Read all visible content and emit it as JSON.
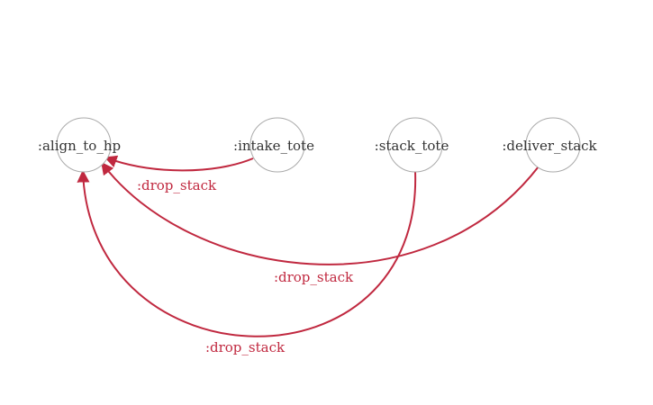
{
  "colors": {
    "edge": "#c0283f",
    "node_border": "#aaaaaa",
    "node_text": "#333333"
  },
  "nodes": [
    {
      "id": "align",
      "label": ":align_to_hp"
    },
    {
      "id": "intake",
      "label": ":intake_tote"
    },
    {
      "id": "stack",
      "label": ":stack_tote"
    },
    {
      "id": "deliver",
      "label": ":deliver_stack"
    }
  ],
  "edges": [
    {
      "from": "intake",
      "to": "align",
      "label": ":drop_stack"
    },
    {
      "from": "deliver",
      "to": "align",
      "label": ":drop_stack"
    },
    {
      "from": "stack",
      "to": "align",
      "label": ":drop_stack"
    }
  ]
}
